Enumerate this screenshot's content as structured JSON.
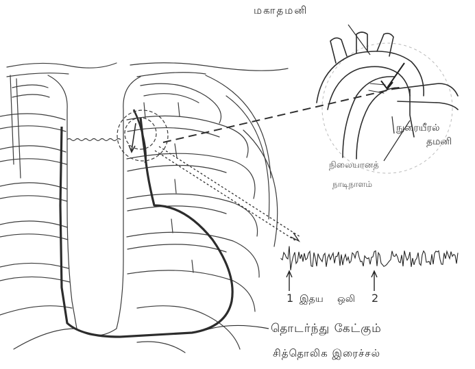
{
  "labels": {
    "aorta": "மகாதமனி",
    "pulmonary_artery": "நுரையீரல்",
    "artery_word": "தமனி",
    "ductus_line1": "நிலையான",
    "ductus_line2": "த்",
    "ductus_line3": "நாடிநாளம்",
    "heart_sound_1": "1",
    "heart_word": "இதய",
    "sound_word": "ஒலி",
    "heart_sound_2": "2",
    "continuous": "தொடர்ந்து கேட்கும்",
    "machinery_murmur": "சித்தொலிக இரைச்சல்"
  },
  "colors": {
    "ink": "#2f2f2f",
    "paper": "#ffffff"
  }
}
